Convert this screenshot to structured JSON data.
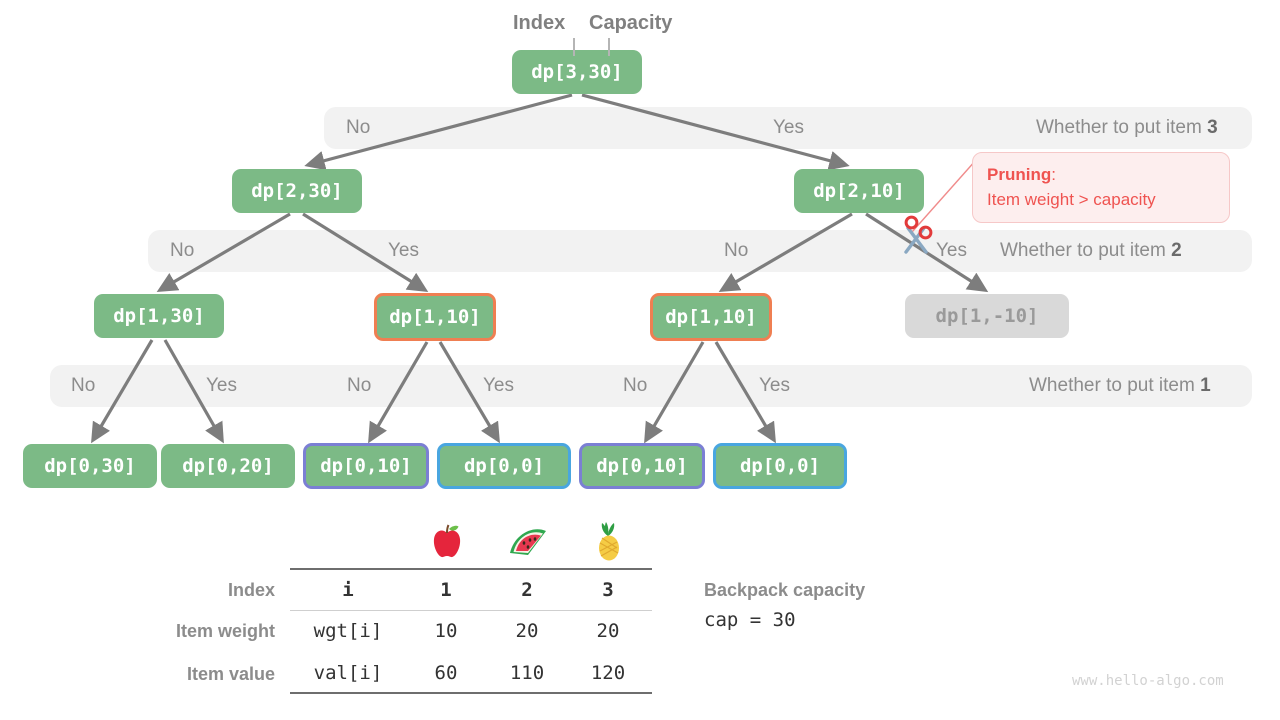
{
  "header": {
    "index_label": "Index",
    "capacity_label": "Capacity"
  },
  "tree": {
    "root": {
      "label": "dp[3,30]"
    },
    "level2": [
      {
        "label": "dp[2,30]"
      },
      {
        "label": "dp[2,10]"
      }
    ],
    "level3": [
      {
        "label": "dp[1,30]",
        "border": "none"
      },
      {
        "label": "dp[1,10]",
        "border": "orange"
      },
      {
        "label": "dp[1,10]",
        "border": "orange"
      },
      {
        "label": "dp[1,-10]",
        "border": "none",
        "state": "pruned"
      }
    ],
    "level4": [
      {
        "label": "dp[0,30]",
        "border": "none"
      },
      {
        "label": "dp[0,20]",
        "border": "none"
      },
      {
        "label": "dp[0,10]",
        "border": "purple"
      },
      {
        "label": "dp[0,0]",
        "border": "cyan"
      },
      {
        "label": "dp[0,10]",
        "border": "purple"
      },
      {
        "label": "dp[0,0]",
        "border": "cyan"
      }
    ]
  },
  "bands": [
    {
      "title_prefix": "Whether to put item ",
      "title_num": "3",
      "choices": [
        "No",
        "Yes"
      ]
    },
    {
      "title_prefix": "Whether to put item ",
      "title_num": "2",
      "choices": [
        "No",
        "Yes",
        "No",
        "Yes"
      ]
    },
    {
      "title_prefix": "Whether to put item ",
      "title_num": "1",
      "choices": [
        "No",
        "Yes",
        "No",
        "Yes",
        "No",
        "Yes"
      ]
    }
  ],
  "pruning": {
    "title": "Pruning",
    "colon": ":",
    "reason": "Item weight > capacity",
    "icon": "scissors-icon"
  },
  "table": {
    "row_labels": [
      "Index",
      "Item weight",
      "Item value"
    ],
    "key_column": [
      "i",
      "wgt[i]",
      "val[i]"
    ],
    "items": [
      "1",
      "2",
      "3"
    ],
    "weights": [
      "10",
      "20",
      "20"
    ],
    "values": [
      "60",
      "110",
      "120"
    ],
    "icons": [
      "apple-icon",
      "watermelon-icon",
      "pineapple-icon"
    ]
  },
  "capacity": {
    "title": "Backpack capacity",
    "value": "cap = 30"
  },
  "watermark": "www.hello-algo.com",
  "colors": {
    "node_green": "#7cba86",
    "node_gray": "#d9d9d9",
    "border_orange": "#ef7f52",
    "border_purple": "#7b7fd4",
    "border_cyan": "#49a6e0",
    "band_bg": "#f2f2f2",
    "pruning_red": "#ef5350",
    "edge_gray": "#7d7d7d"
  }
}
